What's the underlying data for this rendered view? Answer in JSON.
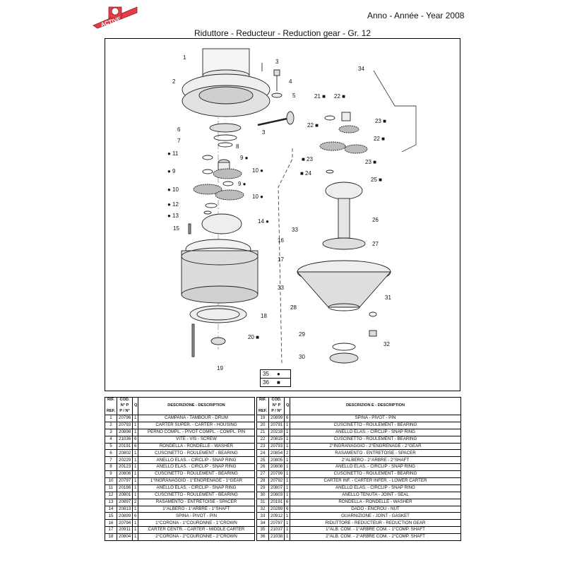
{
  "header": {
    "logo_text": "ACTIVE",
    "year": "Anno - Année - Year 2008",
    "title": "Riduttore - Reducteur - Reduction gear  - Gr. 12"
  },
  "legend": [
    {
      "num": "35",
      "symbol": "●"
    },
    {
      "num": "36",
      "symbol": "■"
    }
  ],
  "callouts": [
    {
      "label": "1"
    },
    {
      "label": "2"
    },
    {
      "label": "3"
    },
    {
      "label": "4"
    },
    {
      "label": "5"
    },
    {
      "label": "3"
    },
    {
      "label": "6"
    },
    {
      "label": "7"
    },
    {
      "label": "8"
    },
    {
      "label": "● 11"
    },
    {
      "label": "9 ●"
    },
    {
      "label": "● 9"
    },
    {
      "label": "10 ●"
    },
    {
      "label": "9 ●"
    },
    {
      "label": "● 10"
    },
    {
      "label": "10 ●"
    },
    {
      "label": "● 12"
    },
    {
      "label": "● 13"
    },
    {
      "label": "14 ●"
    },
    {
      "label": "15"
    },
    {
      "label": "16"
    },
    {
      "label": "17"
    },
    {
      "label": "33"
    },
    {
      "label": "18"
    },
    {
      "label": "20 ■"
    },
    {
      "label": "19"
    },
    {
      "label": "34"
    },
    {
      "label": "21 ■"
    },
    {
      "label": "22 ■"
    },
    {
      "label": "22 ■"
    },
    {
      "label": "23 ■"
    },
    {
      "label": "22 ■"
    },
    {
      "label": "■ 23"
    },
    {
      "label": "23 ■"
    },
    {
      "label": "■ 24"
    },
    {
      "label": "25 ■"
    },
    {
      "label": "26"
    },
    {
      "label": "33"
    },
    {
      "label": "27"
    },
    {
      "label": "28"
    },
    {
      "label": "31"
    },
    {
      "label": "29"
    },
    {
      "label": "32"
    },
    {
      "label": "30"
    }
  ],
  "table": {
    "headers": {
      "rif_top": "RIF.",
      "rif_bottom": "REF.",
      "cod_top": "COD.",
      "cod_mid": "N° P",
      "cod_bottom": "P / N°",
      "qty": "Q.",
      "desc_left": "DESCRIZIONE - DESCRIPTION",
      "desc_right": "DESCRIZION E - DESCRIPTION"
    },
    "rows": [
      {
        "l_ref": "1",
        "l_code": "20796",
        "l_q": "1",
        "l_desc": "CAMPANA - TAMBOUR - DRUM",
        "r_ref": "19",
        "r_code": "20899",
        "r_q": "6",
        "r_desc": "SPINA - PIVOT - PIN"
      },
      {
        "l_ref": "2",
        "l_code": "20793",
        "l_q": "1",
        "l_desc": "CARTER SUPER. - CARTER - HOUSING",
        "r_ref": "20",
        "r_code": "20791",
        "r_q": "1",
        "r_desc": "CUSCINETTO - ROULEMENT - BEARING"
      },
      {
        "l_ref": "3",
        "l_code": "20898",
        "l_q": "1",
        "l_desc": "PERNO COMPL. - PIVOT COMPL. - COMPL. PIN",
        "r_ref": "21",
        "r_code": "20218",
        "r_q": "1",
        "r_desc": "ANELLO ELAS. - CIRCLIP - SNAP RING"
      },
      {
        "l_ref": "4",
        "l_code": "21036",
        "l_q": "6",
        "l_desc": "VITE - VIS - SCREW",
        "r_ref": "22",
        "r_code": "20815",
        "r_q": "1",
        "r_desc": "CUSCINETTO - ROULEMENT - BEARING"
      },
      {
        "l_ref": "5",
        "l_code": "20191",
        "l_q": "6",
        "l_desc": "RONDELLA - RONDELLE - WASHER",
        "r_ref": "23",
        "r_code": "20793",
        "r_q": "1",
        "r_desc": "2°INGRANAGGIO - 2°ENGRENAGE - 2°GEAR"
      },
      {
        "l_ref": "6",
        "l_code": "20802",
        "l_q": "1",
        "l_desc": "CUSCINETTO - ROULEMENT - BEARING",
        "r_ref": "24",
        "r_code": "20854",
        "r_q": "2",
        "r_desc": "RASAMENTO - ENTRETOISE - SPACER"
      },
      {
        "l_ref": "7",
        "l_code": "20229",
        "l_q": "1",
        "l_desc": "ANELLO ELAS. - CIRCLIP - SNAP RING",
        "r_ref": "25",
        "r_code": "20805",
        "r_q": "1",
        "r_desc": "2°ALBERO - 2°ARBRE - 2°SHAFT"
      },
      {
        "l_ref": "8",
        "l_code": "20123",
        "l_q": "1",
        "l_desc": "ANELLO ELAS. - CIRCLIP - SNAP RING",
        "r_ref": "26",
        "r_code": "20808",
        "r_q": "1",
        "r_desc": "ANELLO ELAS. - CIRCLIP - SNAP RING"
      },
      {
        "l_ref": "9",
        "l_code": "20806",
        "l_q": "1",
        "l_desc": "CUSCINETTO - ROULEMENT - BEARING",
        "r_ref": "27",
        "r_code": "20799",
        "r_q": "1",
        "r_desc": "CUSCINETTO - ROULEMENT - BEARING"
      },
      {
        "l_ref": "10",
        "l_code": "20797",
        "l_q": "1",
        "l_desc": "1°INGRANAGGIO - 1°ENGRENAGE - 1°GEAR",
        "r_ref": "28",
        "r_code": "20792",
        "r_q": "1",
        "r_desc": "CARTER INF. - CARTER INFER. - LOWER CARTER"
      },
      {
        "l_ref": "11",
        "l_code": "20186",
        "l_q": "1",
        "l_desc": "ANELLO ELAS. - CIRCLIP - SNAP RING",
        "r_ref": "29",
        "r_code": "20807",
        "r_q": "1",
        "r_desc": "ANELLO ELAS. - CIRCLIP - SNAP RING"
      },
      {
        "l_ref": "12",
        "l_code": "20801",
        "l_q": "1",
        "l_desc": "CUSCINETTO - ROULEMENT - BEARING",
        "r_ref": "30",
        "r_code": "20803",
        "r_q": "1",
        "r_desc": "ANELLO TENUTA - JOINT - SEAL"
      },
      {
        "l_ref": "13",
        "l_code": "20897",
        "l_q": "2",
        "l_desc": "RASAMENTO - ENTRETOISE - SPACER",
        "r_ref": "31",
        "r_code": "20191",
        "r_q": "6",
        "r_desc": "RONDELLA - RONDELLE - WASHER"
      },
      {
        "l_ref": "14",
        "l_code": "20813",
        "l_q": "1",
        "l_desc": "1°ALBERO - 1°ARBRE - 1°SHAFT",
        "r_ref": "32",
        "r_code": "20289",
        "r_q": "6",
        "r_desc": "DADO - ENCROU - NUT"
      },
      {
        "l_ref": "15",
        "l_code": "20899",
        "l_q": "6",
        "l_desc": "SPINA - PIVOT - PIN",
        "r_ref": "33",
        "r_code": "20912",
        "r_q": "1",
        "r_desc": "GUARNIZIONE - JOINT - GASKET"
      },
      {
        "l_ref": "16",
        "l_code": "20794",
        "l_q": "1",
        "l_desc": "1°CORONA - 1°COURONNE - 1°CROWN",
        "r_ref": "34",
        "r_code": "20787",
        "r_q": "1",
        "r_desc": "RIDUTTORE - REDUCTEUR - REDUCTION GEAR"
      },
      {
        "l_ref": "17",
        "l_code": "20911",
        "l_q": "1",
        "l_desc": "CARTER CENTR. - CARTER - MIDDLE CARTER",
        "r_ref": "35",
        "r_code": "21037",
        "r_q": "1",
        "r_desc": "1°ALB. COM. - 1°ARBRE COM. - 1°COMP. SHAFT"
      },
      {
        "l_ref": "18",
        "l_code": "20804",
        "l_q": "1",
        "l_desc": "2°CORONA - 2°COURONNE - 2°CROWN",
        "r_ref": "36",
        "r_code": "21038",
        "r_q": "1",
        "r_desc": "2°ALB. COM. - 2°ARBRE COM. - 2°COMP. SHAFT"
      }
    ]
  }
}
